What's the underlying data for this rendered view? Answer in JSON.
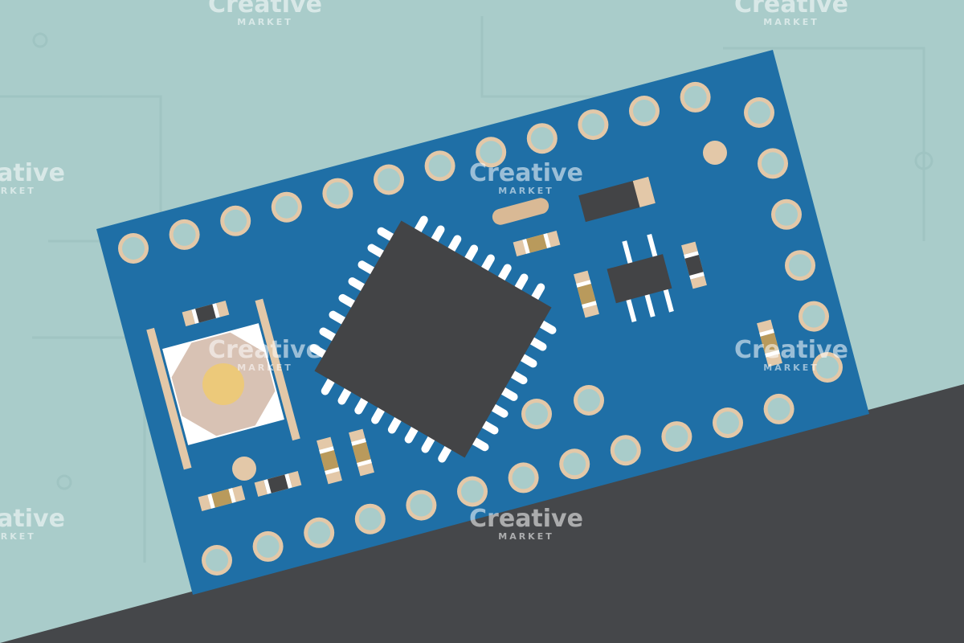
{
  "illustration": {
    "subject": "arduino-pro-mini-board",
    "colors": {
      "background": "#a9ccca",
      "background_traces": "#9fc3c1",
      "surface": "#45474a",
      "board": "#1f6fa6",
      "pad_ring": "#e3c8a8",
      "pad_hole": "#a9ccca",
      "chip": "#434446",
      "chip_pins": "#ffffff",
      "button_body": "#d8c2b4",
      "button_cap": "#ecc97a",
      "resistor_body": "#b99a5c"
    }
  },
  "watermark": {
    "brand": "Creative",
    "sub": "MARKET"
  }
}
